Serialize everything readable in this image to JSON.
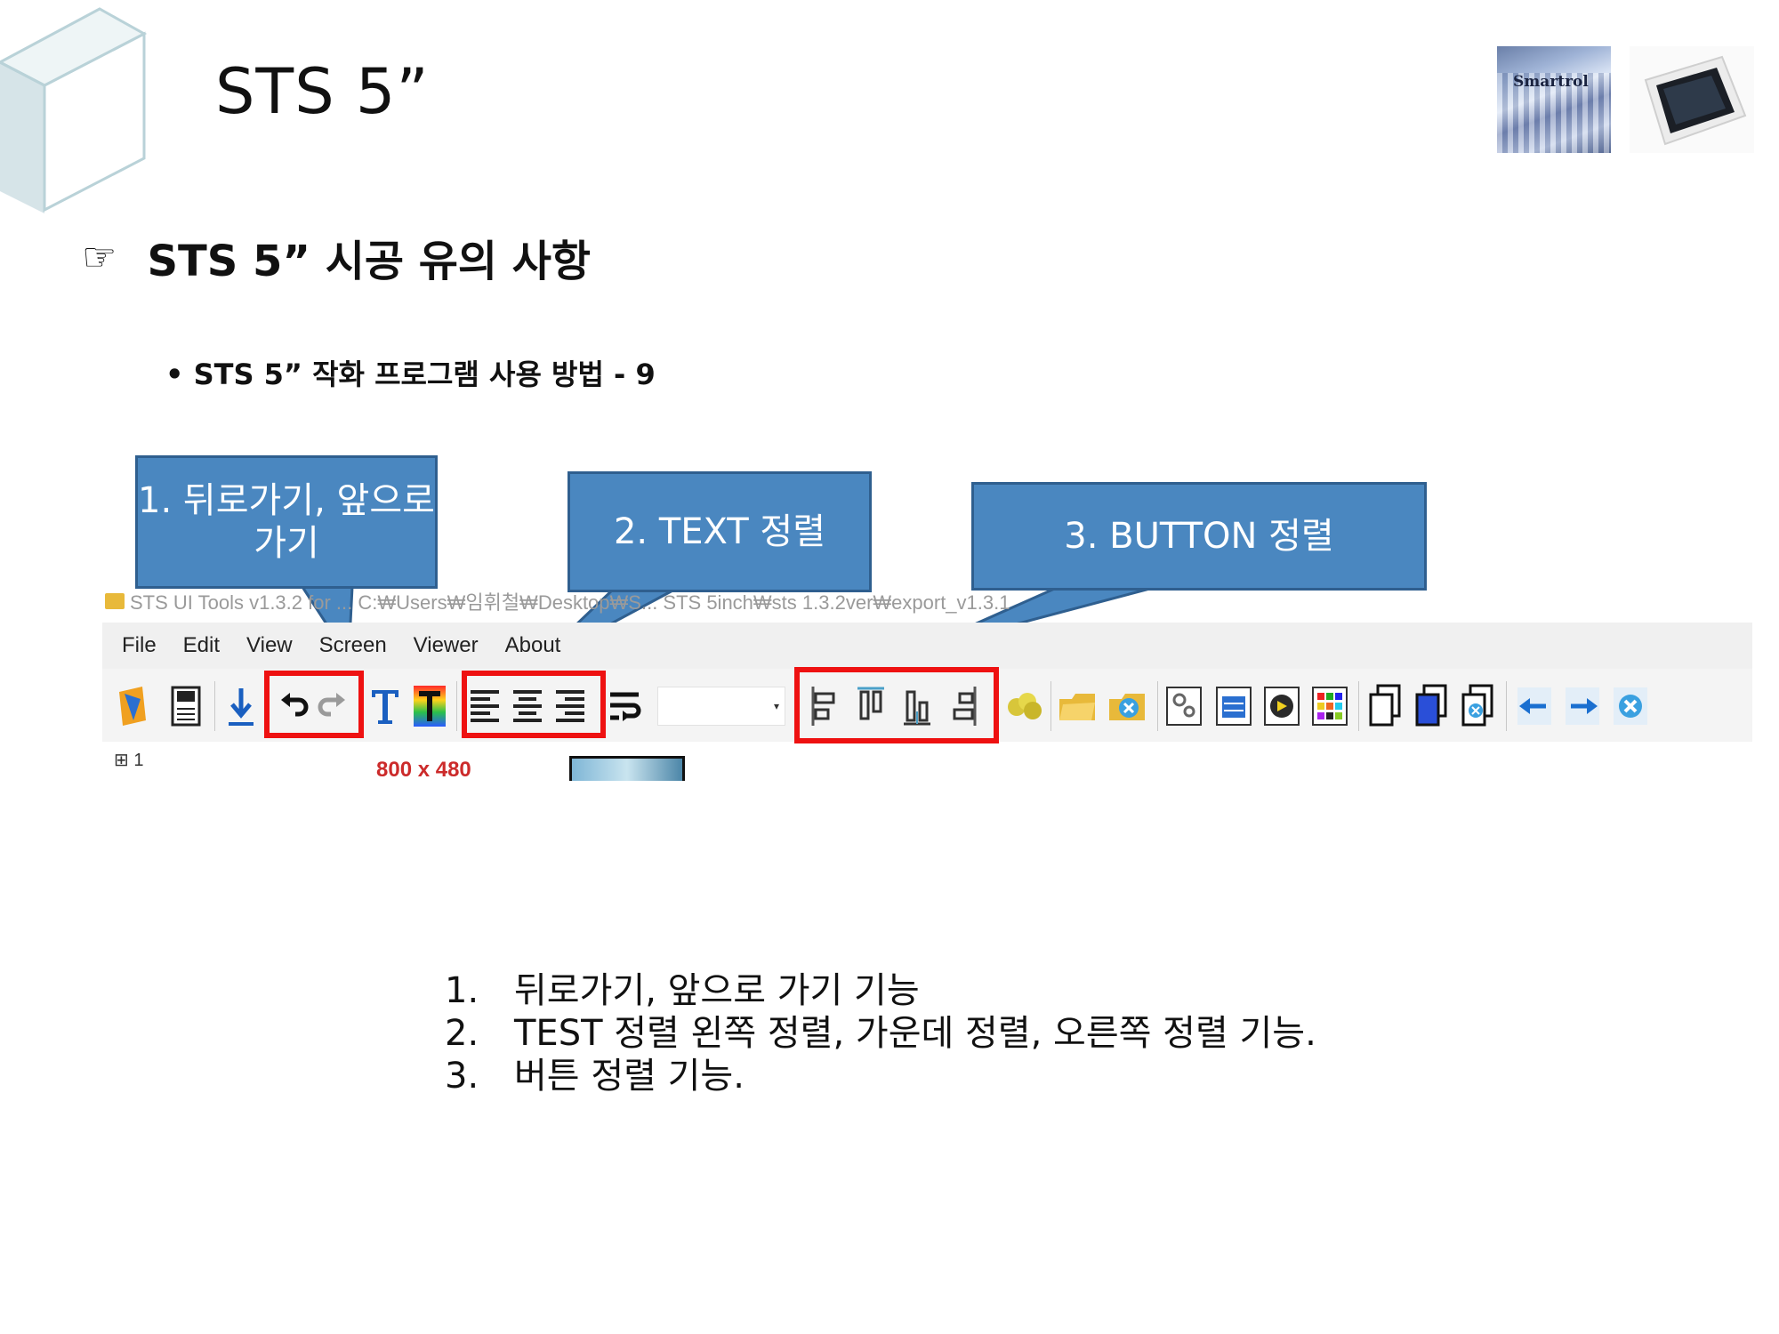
{
  "slide": {
    "title": "STS 5”",
    "logo_text": "Smartrol",
    "heading_icon": "pointing-hand-icon",
    "heading": "STS 5” 시공 유의 사항",
    "subheading": "• STS 5” 작화 프로그램 사용 방법 - 9"
  },
  "callouts": [
    {
      "text": "1. 뒤로가기, 앞으로 가기"
    },
    {
      "text": "2. TEXT 정렬"
    },
    {
      "text": "3. BUTTON 정렬"
    }
  ],
  "app": {
    "title": "STS UI Tools v1.3.2 for ... C:₩Users₩임휘철₩Desktop₩S... STS 5inch₩sts 1.3.2ver₩export_v1.3.1",
    "menu": [
      "File",
      "Edit",
      "View",
      "Screen",
      "Viewer",
      "About"
    ],
    "toolbar_icons": [
      "open-icon",
      "save-icon",
      "download-icon",
      "undo-icon",
      "redo-icon",
      "text-icon",
      "text-color-icon",
      "align-left-icon",
      "align-center-icon",
      "align-right-icon",
      "wrap-icon",
      "font-size-dropdown",
      "align-button-left-icon",
      "align-button-top-icon",
      "align-button-bottom-icon",
      "align-button-right-icon",
      "image-icon",
      "folder-icon",
      "folder-delete-icon",
      "settings-icon",
      "network-icon",
      "go-icon",
      "palette-icon",
      "copy-icon",
      "paste-icon",
      "delete-page-icon",
      "arrow-left-icon",
      "arrow-right-icon",
      "close-icon"
    ],
    "tree_node": "1",
    "resolution": "800 x 480",
    "accent": "#ee1111"
  },
  "notes": [
    {
      "num": "1.",
      "text": "뒤로가기, 앞으로 가기 기능"
    },
    {
      "num": "2.",
      "text": "TEST 정렬 왼쪽 정렬, 가운데 정렬, 오른쪽 정렬 기능."
    },
    {
      "num": "3.",
      "text": "버튼 정렬 기능."
    }
  ]
}
